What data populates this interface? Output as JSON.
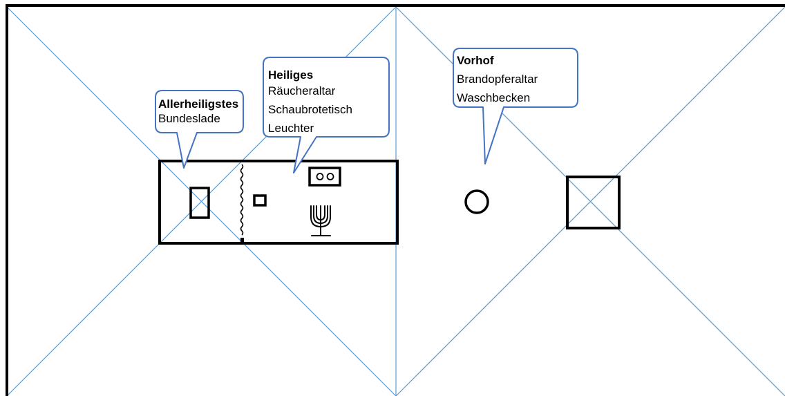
{
  "callouts": {
    "allerheiligstes": {
      "title": "Allerheiligstes",
      "items": [
        "Bundeslade"
      ]
    },
    "heiliges": {
      "title": "Heiliges",
      "items": [
        "Räucheraltar",
        "Schaubrotetisch",
        "Leuchter"
      ]
    },
    "vorhof": {
      "title": "Vorhof",
      "items": [
        "Brandopferaltar",
        "Waschbecken"
      ]
    }
  },
  "symbols": {
    "bundeslade": "ark-symbol",
    "raeucheraltar": "incense-altar-symbol",
    "schaubrotetisch": "showbread-table-symbol",
    "leuchter": "menorah-symbol",
    "brandopferaltar": "burnt-offering-altar-symbol",
    "waschbecken": "laver-symbol",
    "vorhang": "veil-symbol"
  },
  "colors": {
    "outline": "#000000",
    "guide_lines": "#5b9bd5",
    "callout_border": "#4472c4",
    "background": "#ffffff"
  }
}
